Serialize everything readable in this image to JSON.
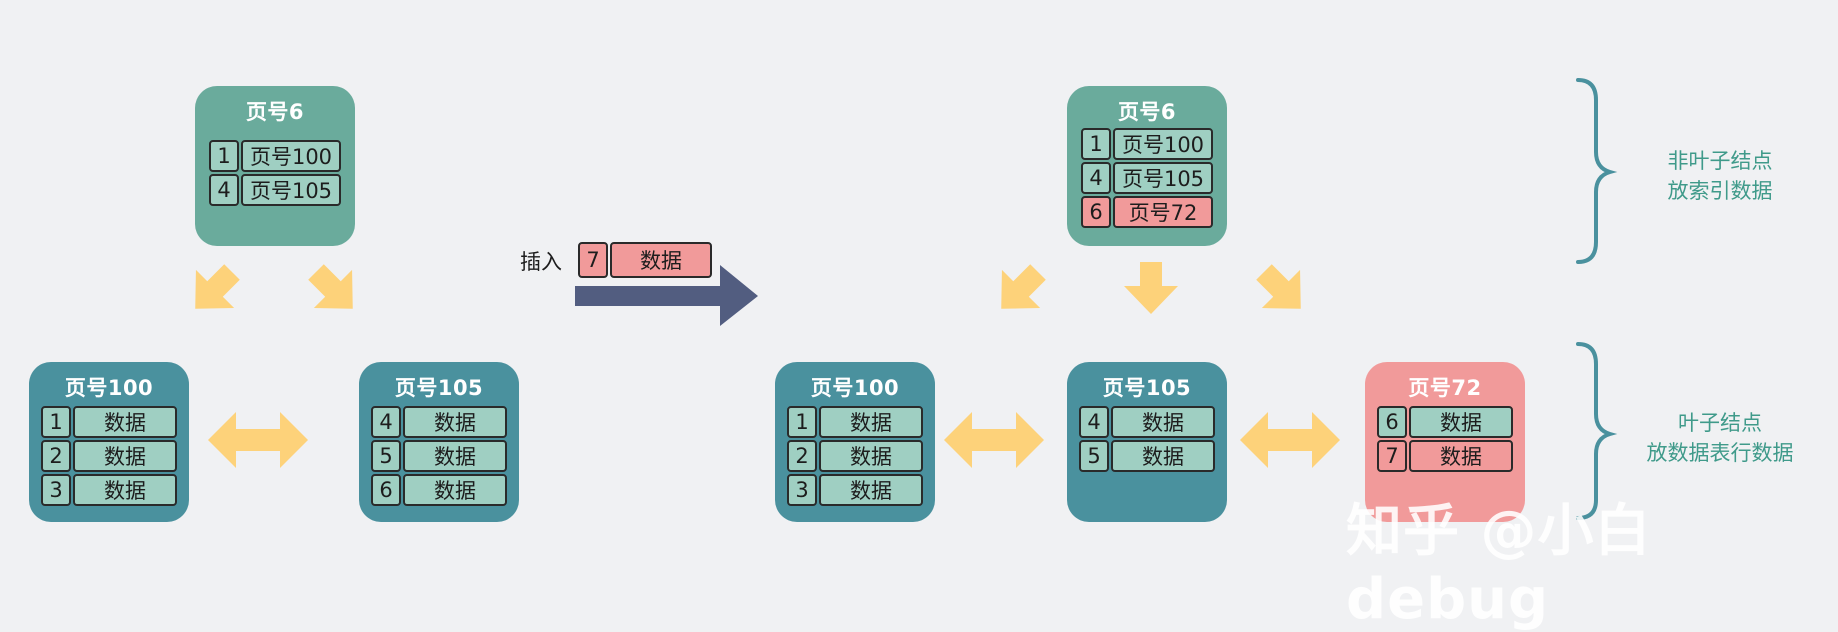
{
  "left_tree": {
    "root": {
      "title": "页号6",
      "rows": [
        {
          "key": "1",
          "val": "页号100"
        },
        {
          "key": "4",
          "val": "页号105"
        }
      ]
    },
    "leaf_a": {
      "title": "页号100",
      "rows": [
        {
          "key": "1",
          "val": "数据"
        },
        {
          "key": "2",
          "val": "数据"
        },
        {
          "key": "3",
          "val": "数据"
        }
      ]
    },
    "leaf_b": {
      "title": "页号105",
      "rows": [
        {
          "key": "4",
          "val": "数据"
        },
        {
          "key": "5",
          "val": "数据"
        },
        {
          "key": "6",
          "val": "数据"
        }
      ]
    }
  },
  "insert": {
    "label": "插入",
    "key": "7",
    "val": "数据"
  },
  "right_tree": {
    "root": {
      "title": "页号6",
      "rows": [
        {
          "key": "1",
          "val": "页号100"
        },
        {
          "key": "4",
          "val": "页号105"
        },
        {
          "key": "6",
          "val": "页号72"
        }
      ]
    },
    "leaf_a": {
      "title": "页号100",
      "rows": [
        {
          "key": "1",
          "val": "数据"
        },
        {
          "key": "2",
          "val": "数据"
        },
        {
          "key": "3",
          "val": "数据"
        }
      ]
    },
    "leaf_b": {
      "title": "页号105",
      "rows": [
        {
          "key": "4",
          "val": "数据"
        },
        {
          "key": "5",
          "val": "数据"
        }
      ]
    },
    "leaf_c": {
      "title": "页号72",
      "rows": [
        {
          "key": "6",
          "val": "数据"
        },
        {
          "key": "7",
          "val": "数据"
        }
      ]
    }
  },
  "legend": {
    "nonleaf_line1": "非叶子结点",
    "nonleaf_line2": "放索引数据",
    "leaf_line1": "叶子结点",
    "leaf_line2": "放数据表行数据"
  },
  "watermark": "知乎 @小白debug",
  "colors": {
    "nonleaf": "#6aab9c",
    "leaf": "#4a919e",
    "new_page": "#f19a9a",
    "arrow": "#fdd27a",
    "big_arrow": "#525d80",
    "brace": "#4a919e"
  }
}
